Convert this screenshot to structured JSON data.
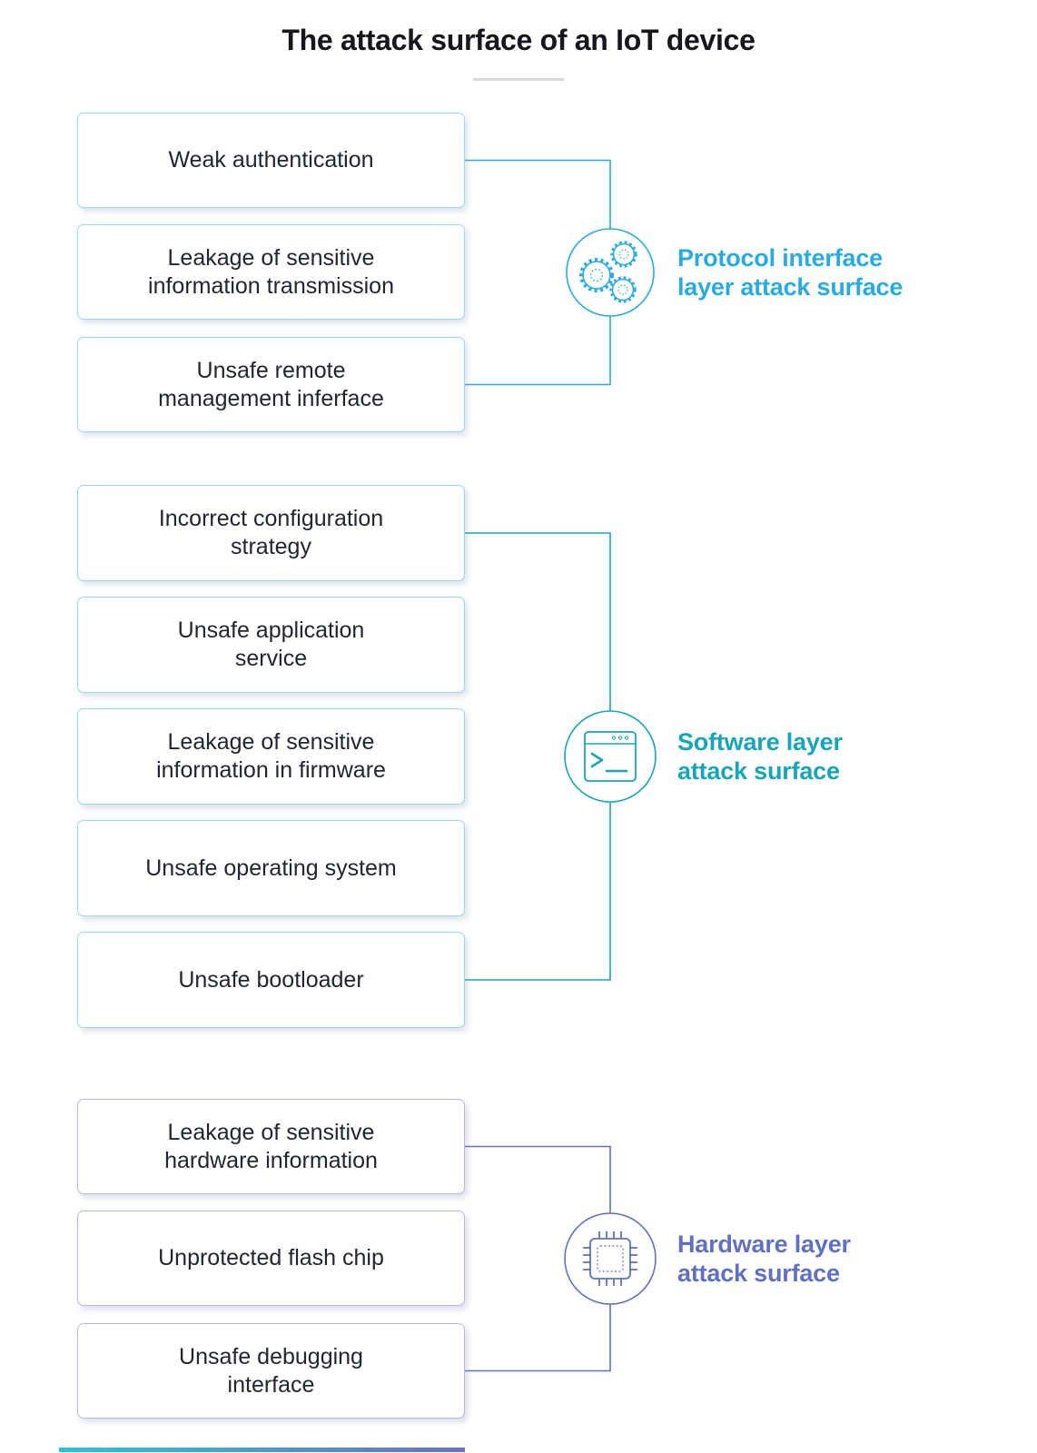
{
  "title": "The attack surface of an IoT device",
  "groups": [
    {
      "id": "protocol",
      "icon": "gears-icon",
      "accent": "#29ABE2",
      "label_lines": [
        "Protocol interface",
        "layer attack surface"
      ],
      "boxes": [
        {
          "lines": [
            "Weak authentication"
          ]
        },
        {
          "lines": [
            "Leakage of sensitive",
            "information transmission"
          ]
        },
        {
          "lines": [
            "Unsafe remote",
            "management inferface"
          ]
        }
      ]
    },
    {
      "id": "software",
      "icon": "terminal-icon",
      "accent": "#18A5B8",
      "label_lines": [
        "Software layer",
        "attack surface"
      ],
      "boxes": [
        {
          "lines": [
            "Incorrect configuration",
            "strategy"
          ]
        },
        {
          "lines": [
            "Unsafe application",
            "service"
          ]
        },
        {
          "lines": [
            "Leakage of sensitive",
            "information in firmware"
          ]
        },
        {
          "lines": [
            "Unsafe operating system"
          ]
        },
        {
          "lines": [
            "Unsafe bootloader"
          ]
        }
      ]
    },
    {
      "id": "hardware",
      "icon": "chip-icon",
      "accent": "#6170C5",
      "label_lines": [
        "Hardware layer",
        "attack surface"
      ],
      "boxes": [
        {
          "lines": [
            "Leakage of sensitive",
            "hardware information"
          ]
        },
        {
          "lines": [
            "Unprotected flash chip"
          ]
        },
        {
          "lines": [
            "Unsafe debugging",
            "interface"
          ]
        }
      ]
    }
  ],
  "colors": {
    "protocol_accent": "#29ABE2",
    "software_accent": "#18A5B8",
    "hardware_accent": "#6170C5",
    "box_text": "#222630",
    "title_text": "#16171D",
    "title_divider": "#D9D9D9",
    "gradient_bar_left": "#2CC4D7",
    "gradient_bar_right": "#6A70C9"
  }
}
